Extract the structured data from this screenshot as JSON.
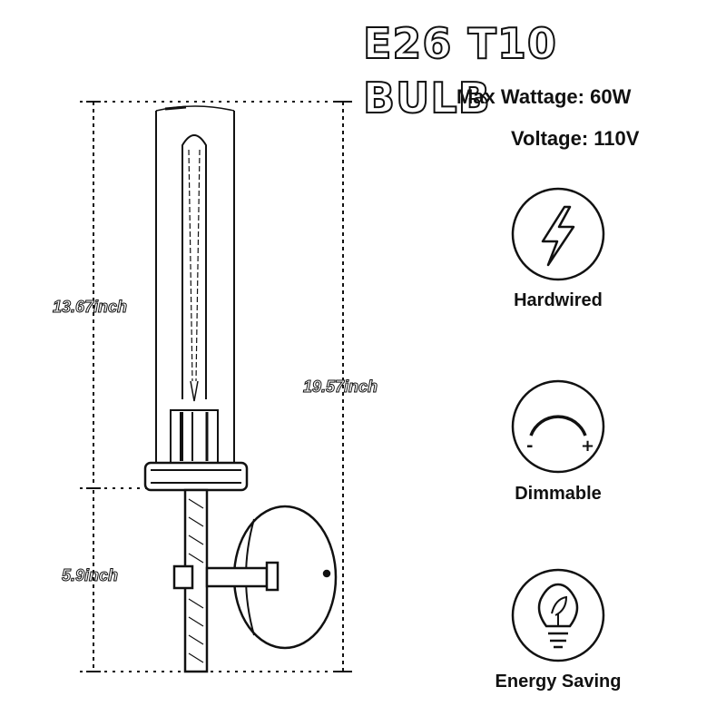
{
  "title": "E26 T10 BULB",
  "specs": {
    "max_wattage": "Max Wattage: 60W",
    "voltage": "Voltage: 110V"
  },
  "dimensions": {
    "glass_height": "13.67inch",
    "total_height": "19.57inch",
    "backplate_height": "5.9inch"
  },
  "features": [
    {
      "label": "Hardwired",
      "icon": "lightning-bolt-icon"
    },
    {
      "label": "Dimmable",
      "icon": "dimmer-arc-icon"
    },
    {
      "label": "Energy Saving",
      "icon": "light-bulb-leaf-icon"
    }
  ],
  "dimmer_marks": {
    "minus": "-",
    "plus": "+"
  },
  "colors": {
    "ink": "#111111",
    "background": "#ffffff"
  }
}
